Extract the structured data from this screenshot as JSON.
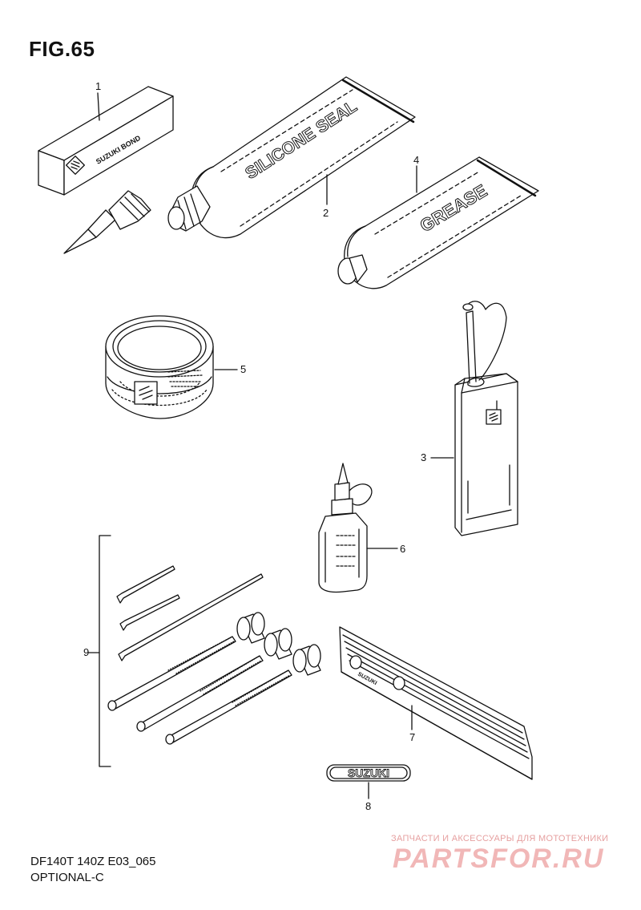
{
  "figure": {
    "title": "FIG.65",
    "model": "DF140T 140Z E03_065",
    "section": "OPTIONAL-C"
  },
  "callouts": [
    {
      "id": "1",
      "label": "1"
    },
    {
      "id": "2",
      "label": "2"
    },
    {
      "id": "3",
      "label": "3"
    },
    {
      "id": "4",
      "label": "4"
    },
    {
      "id": "5",
      "label": "5"
    },
    {
      "id": "6",
      "label": "6"
    },
    {
      "id": "7",
      "label": "7"
    },
    {
      "id": "8",
      "label": "8"
    },
    {
      "id": "9",
      "label": "9"
    }
  ],
  "part_text": {
    "bond": "SUZUKI BOND",
    "silicone": "SILICONE SEAL",
    "grease": "GREASE",
    "emblem": "SUZUKI",
    "rail": "SUZUKI"
  },
  "watermark": {
    "line1": "ЗАПЧАСТИ И АКСЕССУАРЫ ДЛЯ МОТОТЕХНИКИ",
    "line2": "PARTSFOR.RU"
  }
}
